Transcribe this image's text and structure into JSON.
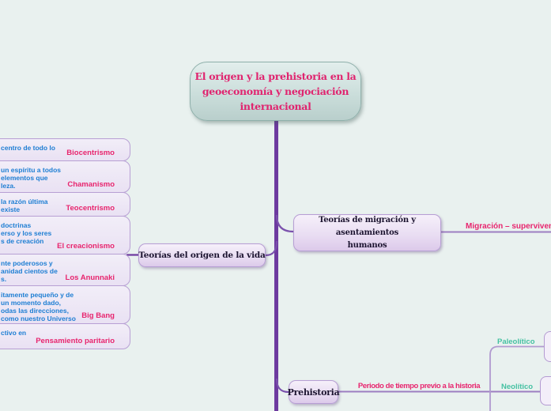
{
  "central": {
    "title_lines": [
      "El origen y la prehistoria en la",
      "geoeconomía y negociación",
      "internacional"
    ]
  },
  "branches": {
    "origen": {
      "label": "Teorías del origen de la vida"
    },
    "migracion": {
      "label_lines": [
        "Teorías de migración y asentamientos",
        "humanos"
      ],
      "edge_label": "Migración – supervivencia -"
    },
    "prehistoria": {
      "label": "Prehistoria",
      "edge_label": "Periodo de tiempo previo a la historia",
      "children": [
        {
          "label": "Paleolítico"
        },
        {
          "label": "Neolítico"
        }
      ]
    }
  },
  "origen_children": [
    {
      "label": "Biocentrismo",
      "desc_lines": [
        "centro de todo lo"
      ]
    },
    {
      "label": "Chamanismo",
      "desc_lines": [
        "un espíritu a todos",
        "elementos que",
        "leza."
      ]
    },
    {
      "label": "Teocentrismo",
      "desc_lines": [
        "la razón última",
        "existe"
      ]
    },
    {
      "label": "El creacionismo",
      "desc_lines": [
        "doctrinas",
        "erso y los seres",
        "s de creación"
      ]
    },
    {
      "label": "Los Anunnaki",
      "desc_lines": [
        "nte poderosos y",
        "anidad cientos de",
        "s."
      ]
    },
    {
      "label": "Big Bang",
      "desc_lines": [
        "itamente pequeño y de",
        "un momento dado,",
        "odas las direcciones,",
        "como nuestro Universo"
      ]
    },
    {
      "label": "Pensamiento paritario",
      "desc_lines": [
        "ctivo en"
      ]
    }
  ],
  "colors": {
    "background": "#e9f1ef",
    "central_text": "#e0246f",
    "main_branch_line": "#6d3a9f",
    "thin_line": "#9d7ec2",
    "rail_line": "#b19ad0",
    "magenta_label": "#e8256e",
    "teal_label": "#45c1a2",
    "blue_desc": "#1d7ed3",
    "node_fill": "#e8dcf2",
    "central_fill": "#cbdedb"
  }
}
